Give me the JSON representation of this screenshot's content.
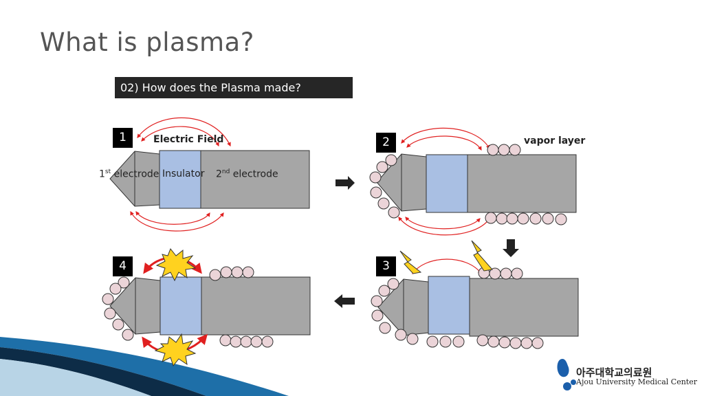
{
  "slide": {
    "title": "What is plasma?",
    "subtitle": "02) How does the Plasma made?"
  },
  "steps": [
    {
      "number": "1",
      "labels": {
        "field": "Electric Field",
        "electrode1_sup": "st",
        "electrode1_num": "1",
        "electrode1_word": "electrode",
        "insulator": "Insulator",
        "electrode2_num": "2",
        "electrode2_sup": "nd",
        "electrode2_word": "electrode"
      }
    },
    {
      "number": "2",
      "labels": {
        "vapor": "vapor layer"
      }
    },
    {
      "number": "3"
    },
    {
      "number": "4"
    }
  ],
  "colors": {
    "electrode": "#a6a6a6",
    "insulator": "#a9bfe3",
    "bubble": "#ebd4d8",
    "arrow": "#e02020",
    "spark": "#ffd21f",
    "step_bg": "#000000"
  },
  "logo": {
    "korean": "아주대학교의료원",
    "english": "Ajou University Medical Center"
  }
}
